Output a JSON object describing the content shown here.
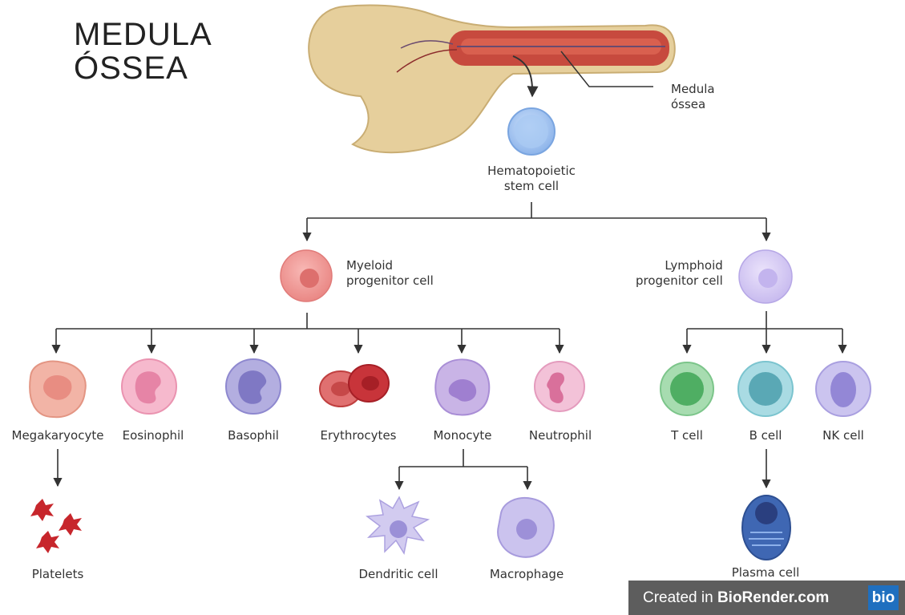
{
  "title": {
    "line1": "MEDULA",
    "line2": "ÓSSEA"
  },
  "bone_label": {
    "line1": "Medula",
    "line2": "óssea"
  },
  "stem": {
    "line1": "Hematopoietic",
    "line2": "stem cell"
  },
  "myeloid": {
    "line1": "Myeloid",
    "line2": "progenitor cell"
  },
  "lymphoid": {
    "line1": "Lymphoid",
    "line2": "progenitor cell"
  },
  "cells": {
    "megakaryocyte": "Megakaryocyte",
    "eosinophil": "Eosinophil",
    "basophil": "Basophil",
    "erythrocytes": "Erythrocytes",
    "monocyte": "Monocyte",
    "neutrophil": "Neutrophil",
    "t_cell": "T cell",
    "b_cell": "B cell",
    "nk_cell": "NK cell",
    "platelets": "Platelets",
    "dendritic": "Dendritic cell",
    "macrophage": "Macrophage",
    "plasma": "Plasma cell"
  },
  "badge": {
    "prefix": "Created in ",
    "brand": "BioRender.com",
    "logo": "bio"
  },
  "colors": {
    "bone": "#e6cf9c",
    "marrow": "#c74a3e",
    "stem": "#a9c9f2",
    "myeloid": "#f09a9a",
    "lymphoid": "#d9cdf5",
    "eosinophil": "#f6b9cd",
    "basophil": "#b3aee0",
    "erythrocyte": "#c8343a",
    "monocyte": "#c9b4e6",
    "neutrophil": "#f3c2d8",
    "t_cell": "#a7dcb0",
    "b_cell": "#a9dbe3",
    "nk_cell": "#cbc4ef",
    "platelet": "#c7262c",
    "plasma": "#3f67b3"
  }
}
